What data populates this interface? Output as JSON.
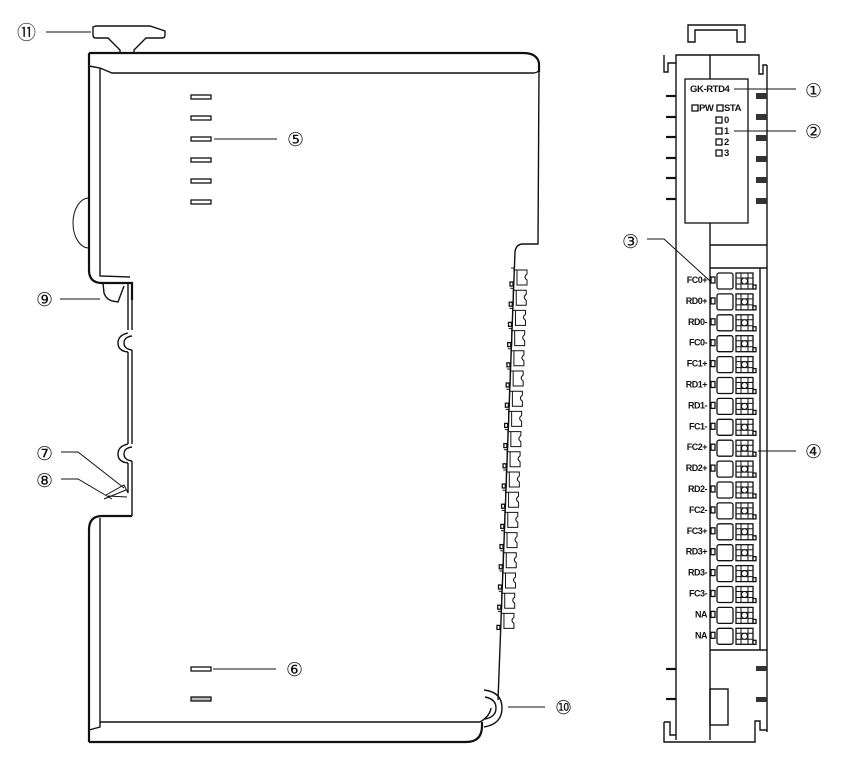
{
  "module": {
    "model": "GK-RTD4",
    "indicators": {
      "power_label": "PW",
      "status_label": "STA",
      "channels": [
        "0",
        "1",
        "2",
        "3"
      ]
    },
    "terminals": [
      "FC0+",
      "RD0+",
      "RD0-",
      "FC0-",
      "FC1+",
      "RD1+",
      "RD1-",
      "FC1-",
      "FC2+",
      "RD2+",
      "RD2-",
      "FC2-",
      "FC3+",
      "RD3+",
      "RD3-",
      "FC3-",
      "NA",
      "NA"
    ]
  },
  "callouts": {
    "c1": "①",
    "c2": "②",
    "c3": "③",
    "c4": "④",
    "c5": "⑤",
    "c6": "⑥",
    "c7": "⑦",
    "c8": "⑧",
    "c9": "⑨",
    "c10": "⑩",
    "c11": "⑪"
  },
  "colors": {
    "line": "#111111",
    "background": "#ffffff"
  }
}
